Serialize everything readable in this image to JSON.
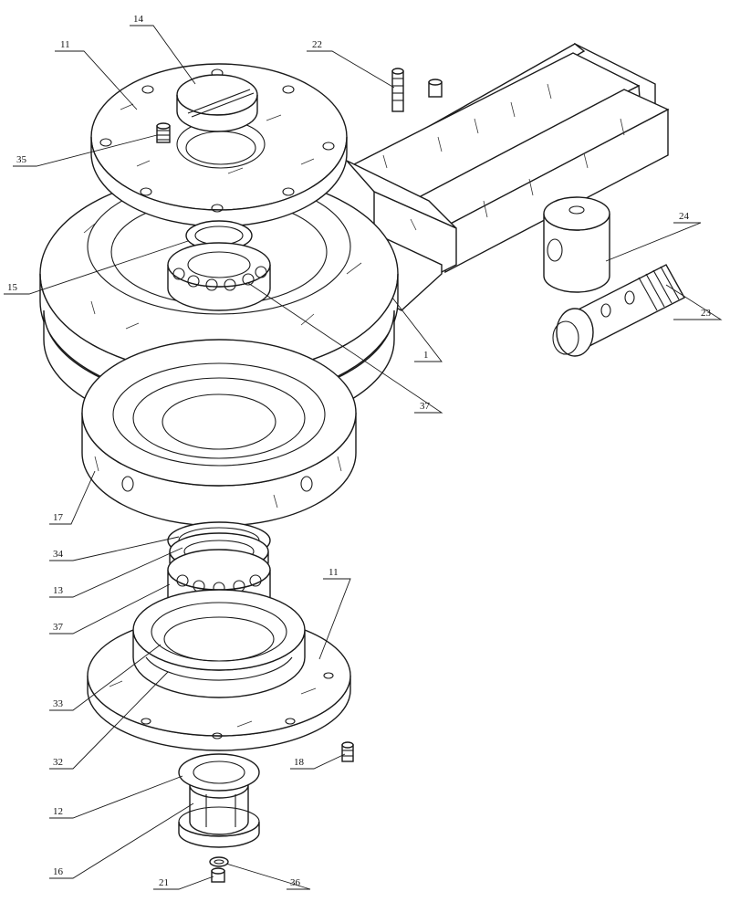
{
  "callouts": {
    "c1": "1",
    "c11a": "11",
    "c11b": "11",
    "c12": "12",
    "c13": "13",
    "c14": "14",
    "c15": "15",
    "c16": "16",
    "c17": "17",
    "c18": "18",
    "c21": "21",
    "c22": "22",
    "c23": "23",
    "c24": "24",
    "c32": "32",
    "c33": "33",
    "c34": "34",
    "c35": "35",
    "c36": "36",
    "c37a": "37",
    "c37b": "37"
  }
}
